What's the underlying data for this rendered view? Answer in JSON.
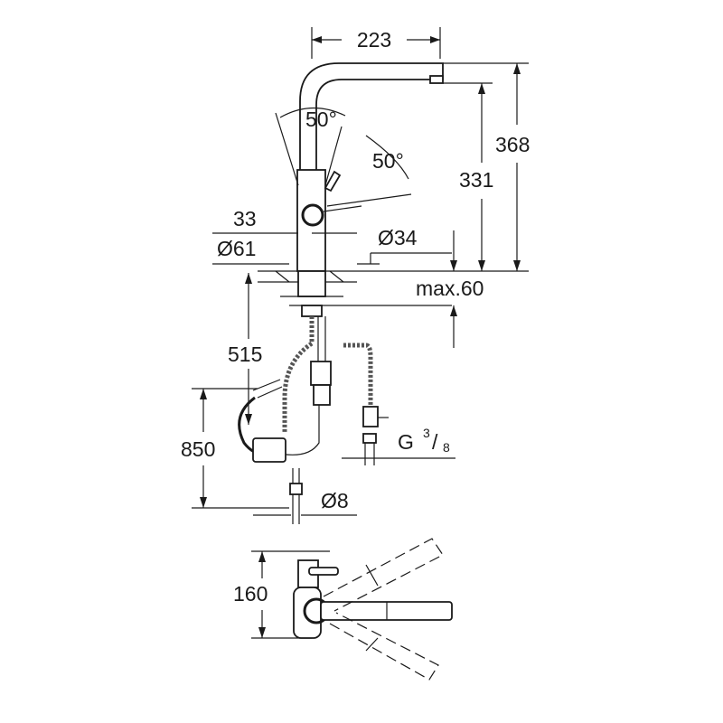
{
  "dimensions": {
    "spout_reach": "223",
    "total_height": "368",
    "spout_height": "331",
    "angle_left": "50°",
    "angle_right": "50°",
    "lever_offset": "33",
    "base_diameter": "Ø61",
    "hole_diameter": "Ø34",
    "max_counter": "max.60",
    "tail_length": "515",
    "hose_length": "850",
    "connection_prefix": "G",
    "connection_num": "3",
    "connection_den": "8",
    "pipe_diameter": "Ø8",
    "top_view_depth": "160"
  }
}
